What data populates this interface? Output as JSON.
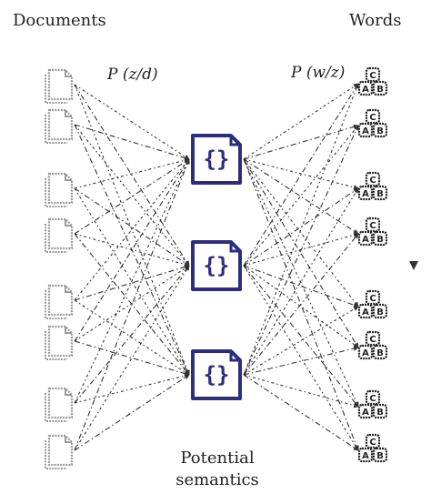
{
  "labels": {
    "documents": "Documents",
    "words": "Words",
    "p_z_d": "P (z/d)",
    "p_w_z": "P (w/z)",
    "topics": "Potential semantics"
  },
  "diagram": {
    "documents": [
      "document-icon",
      "document-icon",
      "document-icon",
      "document-icon",
      "document-icon",
      "document-icon",
      "document-icon",
      "document-icon"
    ],
    "topics": [
      {
        "icon": "topic-code-icon",
        "glyph": "{}"
      },
      {
        "icon": "topic-code-icon",
        "glyph": "{}"
      },
      {
        "icon": "topic-code-icon",
        "glyph": "{}"
      }
    ],
    "words": [
      {
        "icon": "word-blocks-icon",
        "letters": [
          "C",
          "A",
          "B"
        ]
      },
      {
        "icon": "word-blocks-icon",
        "letters": [
          "C",
          "A",
          "B"
        ]
      },
      {
        "icon": "word-blocks-icon",
        "letters": [
          "C",
          "A",
          "B"
        ]
      },
      {
        "icon": "word-blocks-icon",
        "letters": [
          "C",
          "A",
          "B"
        ]
      },
      {
        "icon": "word-blocks-icon",
        "letters": [
          "C",
          "A",
          "B"
        ]
      },
      {
        "icon": "word-blocks-icon",
        "letters": [
          "C",
          "A",
          "B"
        ]
      },
      {
        "icon": "word-blocks-icon",
        "letters": [
          "C",
          "A",
          "B"
        ]
      },
      {
        "icon": "word-blocks-icon",
        "letters": [
          "C",
          "A",
          "B"
        ]
      }
    ],
    "colors": {
      "document": "#9a9a9a",
      "topic": "#2d2d80",
      "word": "#222222",
      "edge": "#333333"
    }
  }
}
